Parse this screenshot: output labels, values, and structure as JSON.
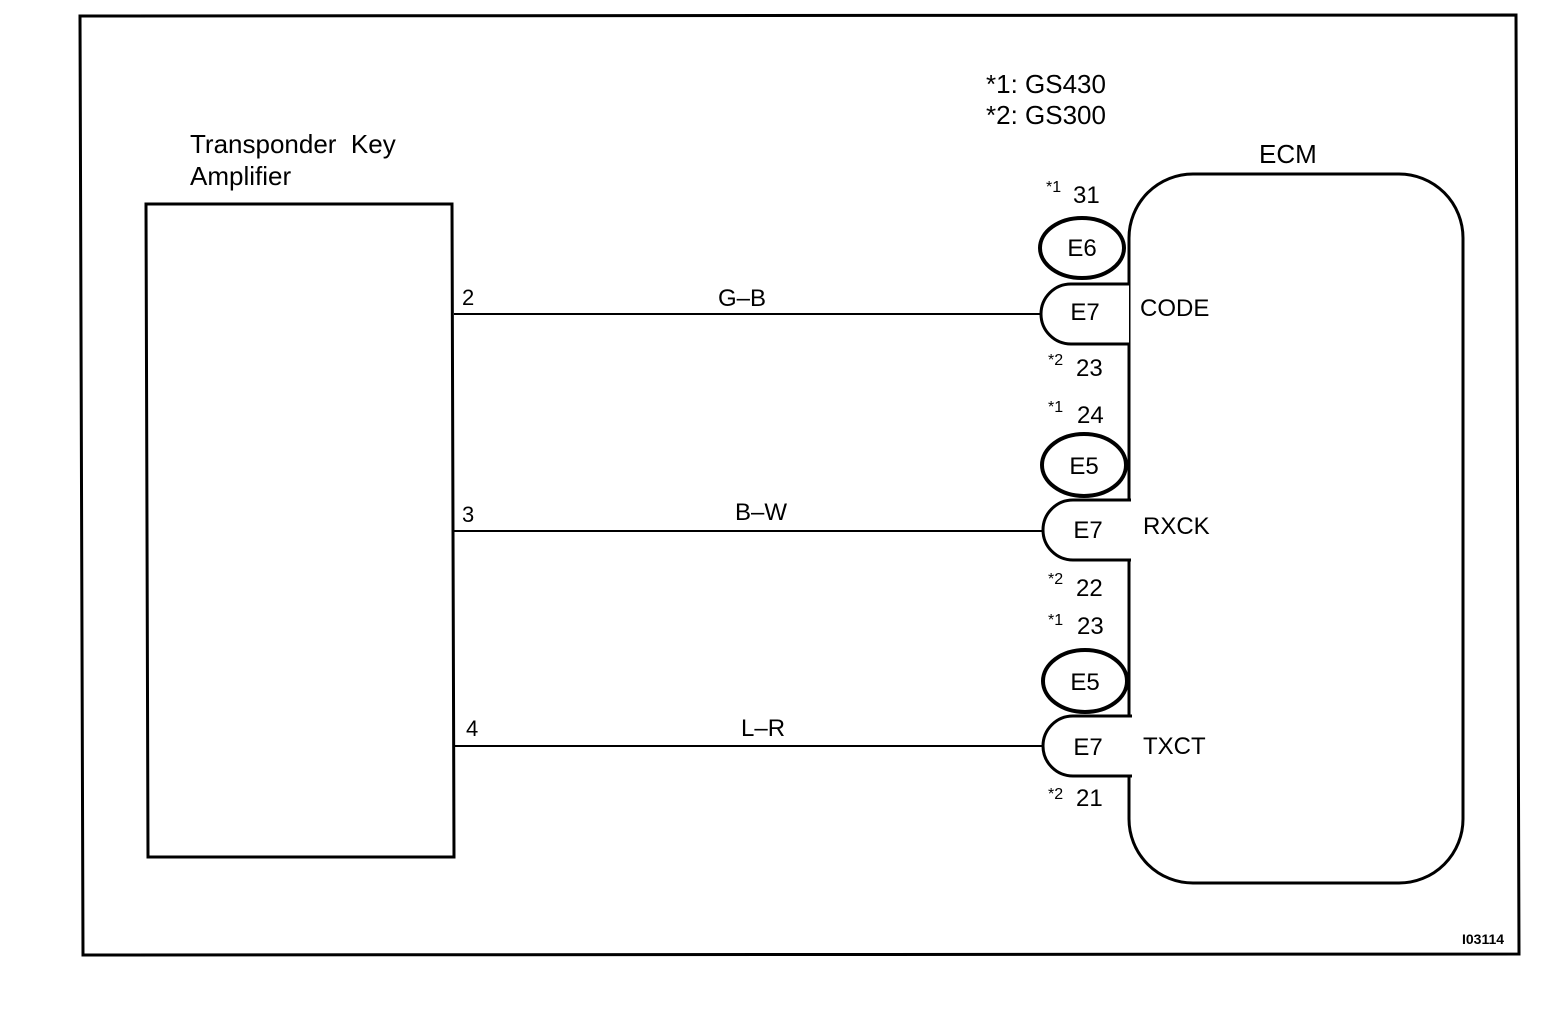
{
  "legend": {
    "line1": "*1: GS430",
    "line2": "*2: GS300"
  },
  "amplifier": {
    "label_line1": "Transponder  Key",
    "label_line2": "Amplifier"
  },
  "ecm": {
    "label": "ECM"
  },
  "circuits": [
    {
      "pin": "2",
      "wire_color": "G–B",
      "signal": "CODE",
      "upper_connector": "E6",
      "lower_connector": "E7",
      "upper_note_mark": "*1",
      "upper_note_pin": "31",
      "lower_note_mark": "*2",
      "lower_note_pin": "23"
    },
    {
      "pin": "3",
      "wire_color": "B–W",
      "signal": "RXCK",
      "upper_connector": "E5",
      "lower_connector": "E7",
      "upper_note_mark": "*1",
      "upper_note_pin": "24",
      "lower_note_mark": "*2",
      "lower_note_pin": "22"
    },
    {
      "pin": "4",
      "wire_color": "L–R",
      "signal": "TXCT",
      "upper_connector": "E5",
      "lower_connector": "E7",
      "upper_note_mark": "*1",
      "upper_note_pin": "23",
      "lower_note_mark": "*2",
      "lower_note_pin": "21"
    }
  ],
  "figure_code": "I03114",
  "colors": {
    "ink": "#000000",
    "background": "#ffffff"
  }
}
